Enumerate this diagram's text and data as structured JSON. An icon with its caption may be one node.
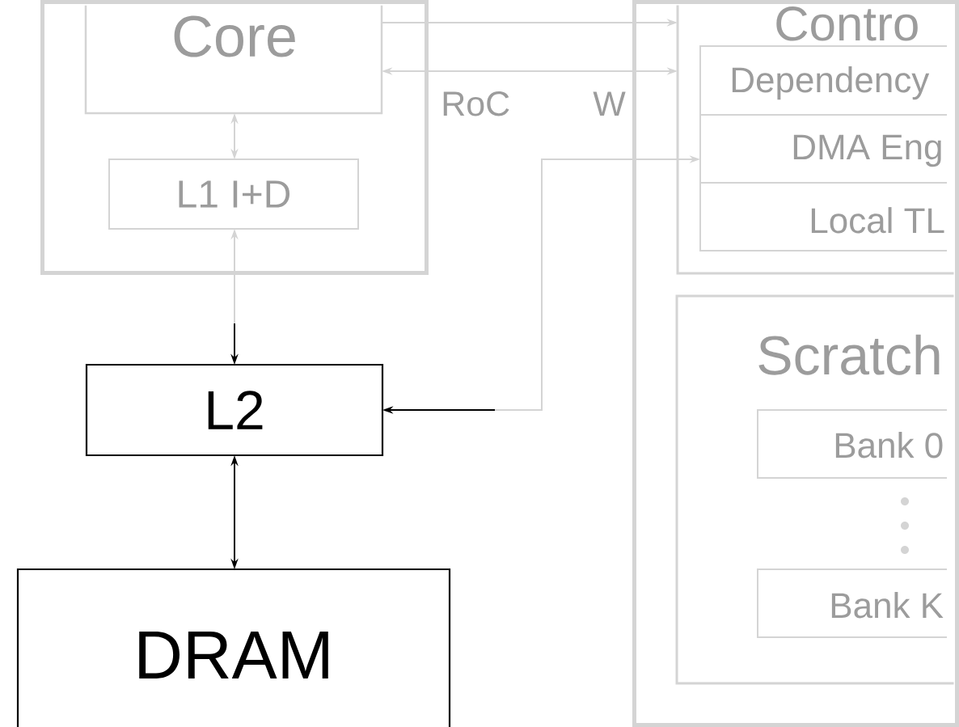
{
  "diagram": {
    "nodes": [
      {
        "text": [],
        "shape": "box"
      },
      {
        "text": [
          "Core"
        ],
        "in": 0
      },
      {
        "text": [
          "L1 I+D"
        ],
        "in": 0
      },
      {
        "text": [],
        "shape": "box"
      },
      {
        "text": [
          "Contro"
        ],
        "in": 3
      },
      {
        "text": [
          "Dependency"
        ],
        "in": 4
      },
      {
        "text": [
          "DMA Eng"
        ],
        "in": 4
      },
      {
        "text": [
          "Local TL"
        ],
        "in": 4
      },
      {
        "text": [
          "Scratch"
        ],
        "in": 3
      },
      {
        "text": [
          "Bank 0"
        ],
        "in": 8
      },
      {
        "text": [
          "Bank K"
        ],
        "in": 8
      },
      {
        "text": [
          "L2"
        ]
      },
      {
        "text": [
          "DRAM"
        ]
      }
    ],
    "edges": [
      {
        "from": 1,
        "to": 2,
        "arrow": "both"
      },
      {
        "from": 2,
        "to": 11,
        "arrow": "both"
      },
      {
        "from": 1,
        "to": 4,
        "arrow": "to"
      },
      {
        "from": 1,
        "to": 4,
        "arrow": "both"
      },
      {
        "from": 11,
        "to": 6,
        "arrow": "both"
      },
      {
        "from": 11,
        "to": 12,
        "arrow": "both",
        "color": "#000000"
      }
    ],
    "labels": [
      "RoC",
      "W"
    ]
  }
}
